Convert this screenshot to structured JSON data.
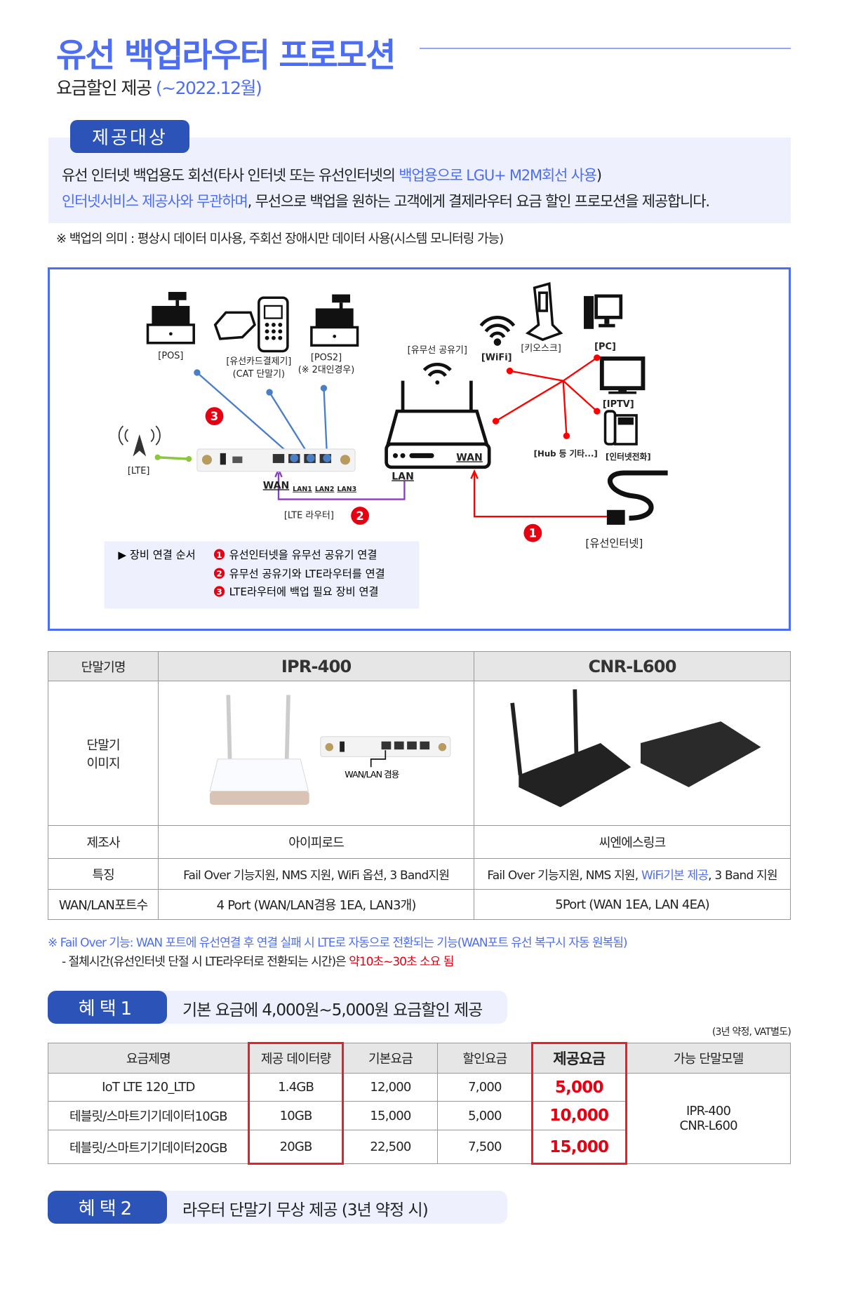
{
  "header": {
    "title": "유선 백업라우터 프로모션",
    "subtitle": "요금할인 제공",
    "subtitle_period": "(~2022.12월)"
  },
  "target": {
    "badge": "제공대상",
    "line1_a": "유선 인터넷 백업용도 회선(타사 인터넷 또는 유선인터넷의 ",
    "line1_b": "백업용으로 LGU+ M2M회선 사용",
    "line1_c": ")",
    "line2_a": "인터넷서비스 제공사와 무관하며",
    "line2_b": ", 무선으로 백업을 원하는 고객에게 결제라우터 요금 할인 프로모션을 제공합니다.",
    "note": "※ 백업의 의미 : 평상시 데이터 미사용, 주회선 장애시만 데이터 사용(시스템 모니터링 가능)"
  },
  "diagram": {
    "pos": "[POS]",
    "card1": "[유선카드결제기]",
    "card2": "(CAT 단말기)",
    "pos2": "[POS2]",
    "pos2_note": "(※ 2대인경우)",
    "router": "[유무선 공유기]",
    "wifi": "[WiFi]",
    "kiosk": "[키오스크]",
    "pc": "[PC]",
    "iptv": "[IPTV]",
    "phone": "[인터넷전화]",
    "hub": "[Hub 등 기타...]",
    "lte": "[LTE]",
    "lte_router": "[LTE 라우터]",
    "wired": "[유선인터넷]",
    "wan": "WAN",
    "lan": "LAN",
    "lan1": "LAN1",
    "lan2": "LAN2",
    "lan3": "LAN3",
    "n1": "1",
    "n2": "2",
    "n3": "3",
    "legend_title": "▶ 장비 연결 순서",
    "steps": [
      "유선인터넷을 유무선 공유기 연결",
      "유무선 공유기와 LTE라우터를 연결",
      "LTE라우터에 백업 필요 장비 연결"
    ],
    "colors": {
      "blue_line": "#4a7fc8",
      "red_line": "#ff0000",
      "purple_line": "#8a3fc0",
      "green_line": "#8cc63f"
    }
  },
  "devices": {
    "headers": [
      "단말기명",
      "IPR-400",
      "CNR-L600"
    ],
    "image_label": "단말기 이미지",
    "wan_lan_label": "WAN/LAN 겸용",
    "rows": [
      {
        "label": "제조사",
        "ipr": "아이피로드",
        "cnr": "씨엔에스링크"
      },
      {
        "label": "특징",
        "ipr": "Fail Over 기능지원, NMS 지원, WiFi 옵션, 3 Band지원",
        "cnr_a": "Fail Over 기능지원, NMS 지원, ",
        "cnr_b": "WiFi기본 제공",
        "cnr_c": ", 3 Band 지원"
      },
      {
        "label": "WAN/LAN포트수",
        "ipr": "4 Port (WAN/LAN겸용 1EA, LAN3개)",
        "cnr": "5Port (WAN 1EA, LAN 4EA)"
      }
    ]
  },
  "failover": {
    "note": "※ Fail Over 기능: WAN 포트에 유선연결 후 연결 실패 시 LTE로 자동으로 전환되는 기능(WAN포트 유선 복구시 자동 원복됨)",
    "switch_a": "- 절체시간(유선인터넷 단절 시 LTE라우터로 전환되는 시간)은 ",
    "switch_b": "약10초~30초 소요 됨"
  },
  "benefit1": {
    "badge": "혜택1",
    "text": "기본 요금에 4,000원~5,000원 요금할인 제공",
    "vat": "(3년 약정, VAT별도)"
  },
  "pricing": {
    "headers": [
      "요금제명",
      "제공 데이터량",
      "기본요금",
      "할인요금",
      "제공요금",
      "가능 단말모델"
    ],
    "rows": [
      [
        "IoT LTE 120_LTD",
        "1.4GB",
        "12,000",
        "7,000",
        "5,000"
      ],
      [
        "테블릿/스마트기기데이터10GB",
        "10GB",
        "15,000",
        "5,000",
        "10,000"
      ],
      [
        "테블릿/스마트기기데이터20GB",
        "20GB",
        "22,500",
        "7,500",
        "15,000"
      ]
    ],
    "models": [
      "IPR-400",
      "CNR-L600"
    ]
  },
  "benefit2": {
    "badge": "혜택2",
    "text": "라우터 단말기 무상 제공  (3년 약정 시)"
  }
}
